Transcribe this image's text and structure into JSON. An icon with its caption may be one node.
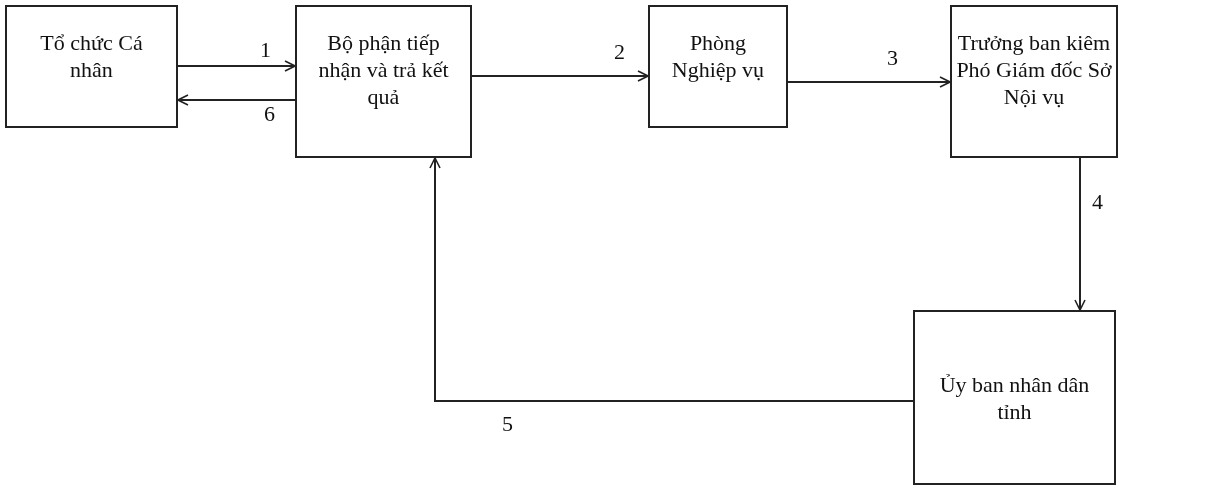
{
  "diagram": {
    "nodes": [
      {
        "text": [
          "Tổ chức Cá nhân"
        ]
      },
      {
        "text": [
          "Bộ phận tiếp nhận và trả kết quả"
        ]
      },
      {
        "text": [
          "Phòng Nghiệp vụ"
        ]
      },
      {
        "text": [
          "Trưởng ban kiêm Phó Giám đốc Sở Nội vụ"
        ]
      },
      {
        "text": [
          "Ủy ban nhân dân tỉnh"
        ]
      }
    ],
    "edges": [
      {
        "from": 0,
        "to": 1,
        "arrow": "to",
        "label": "1"
      },
      {
        "from": 1,
        "to": 0,
        "arrow": "to",
        "label": "6"
      },
      {
        "from": 1,
        "to": 2,
        "arrow": "to",
        "label": "2"
      },
      {
        "from": 2,
        "to": 3,
        "arrow": "to",
        "label": "3"
      },
      {
        "from": 3,
        "to": 4,
        "arrow": "to",
        "label": "4"
      },
      {
        "from": 4,
        "to": 1,
        "arrow": "to",
        "label": "5"
      }
    ]
  }
}
